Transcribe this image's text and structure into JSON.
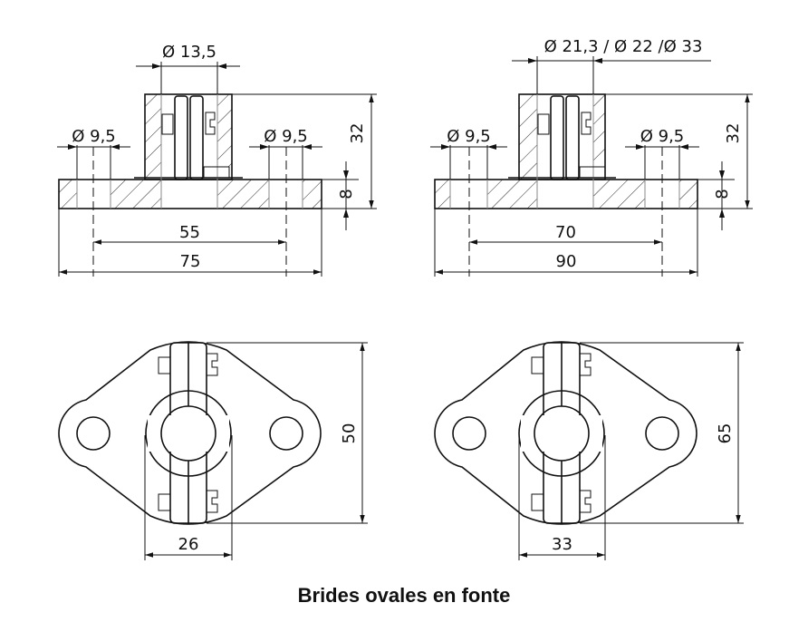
{
  "caption": "Brides ovales en fonte",
  "views": [
    {
      "id": "small",
      "bore_diameter": "Ø 13,5",
      "hole_diameter_left": "Ø 9,5",
      "hole_diameter_right": "Ø 9,5",
      "hole_spacing": "55",
      "overall_length": "75",
      "overall_height": "32",
      "plate_thickness": "8",
      "flange_height": "50",
      "clamp_width": "26"
    },
    {
      "id": "large",
      "bore_diameter": "Ø 21,3 / Ø 22 /Ø 33",
      "hole_diameter_left": "Ø 9,5",
      "hole_diameter_right": "Ø 9,5",
      "hole_spacing": "70",
      "overall_length": "90",
      "overall_height": "32",
      "plate_thickness": "8",
      "flange_height": "65",
      "clamp_width": "33"
    }
  ]
}
